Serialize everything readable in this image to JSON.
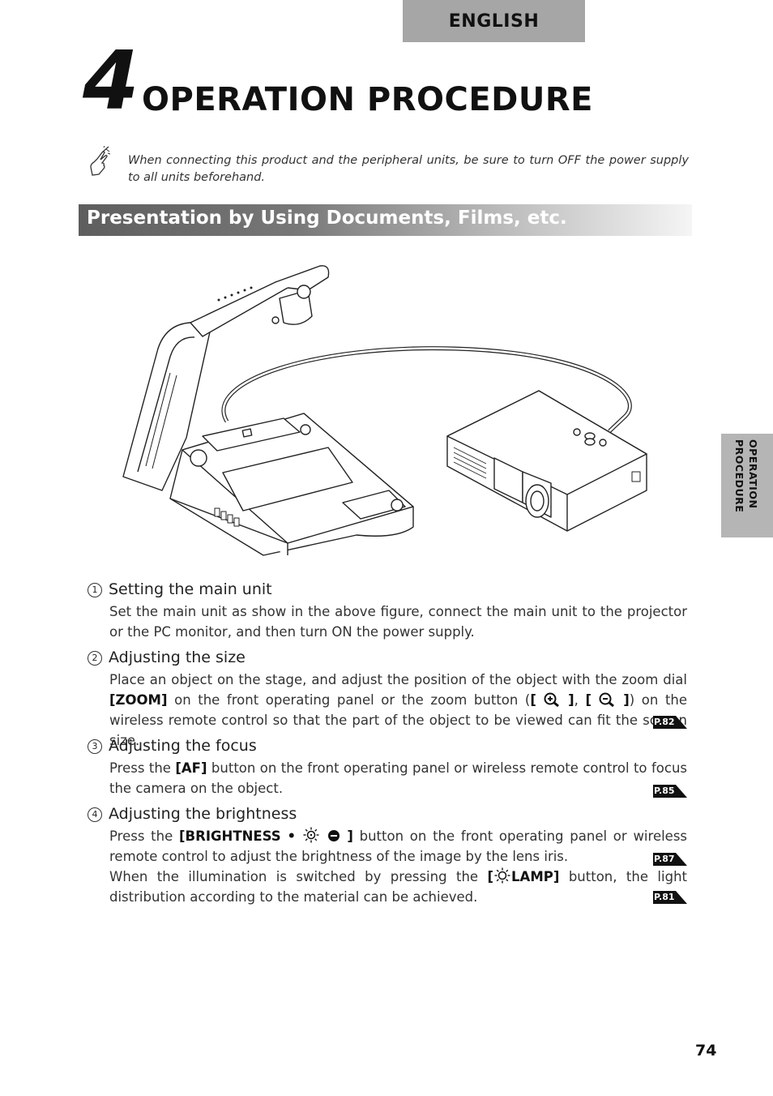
{
  "header": {
    "language_tab": "ENGLISH"
  },
  "chapter": {
    "number": "4",
    "title": "OPERATION PROCEDURE"
  },
  "note": {
    "icon": "hand-pencil-icon",
    "text": "When connecting this product and the peripheral units, be sure to turn OFF the power supply to all units beforehand."
  },
  "section": {
    "title": "Presentation by Using Documents, Films, etc."
  },
  "steps": [
    {
      "num": "1",
      "title": "Setting the main unit",
      "body": "Set the main unit as show in the above figure, connect the main unit to the projector or the PC monitor, and then turn ON the power supply."
    },
    {
      "num": "2",
      "title": "Adjusting the size",
      "body_a": "Place an object on the stage, and adjust the position of the object with the zoom dial ",
      "zoom_label": "[ZOOM]",
      "body_b": " on the front operating panel or the zoom button (",
      "btn_open": "[",
      "btn_close": "]",
      "sep": ", ",
      "body_c": ") on the wireless remote control so that the part of the object to be viewed can fit the screen size.",
      "ref": "P.82"
    },
    {
      "num": "3",
      "title": "Adjusting the focus",
      "body_a": "Press the ",
      "af_label": "[AF]",
      "body_b": " button on the front operating panel or wireless remote control to focus the camera on the object.",
      "ref": "P.85"
    },
    {
      "num": "4",
      "title": "Adjusting the brightness",
      "body_a": "Press the ",
      "brightness_open": "[BRIGHTNESS",
      "dot": "•",
      "brightness_close": "]",
      "body_b": " button on the front operating panel or wireless remote control to adjust the brightness of the image by the lens iris.",
      "ref": "P.87",
      "body_c": "When the illumination is switched by pressing the ",
      "lamp_open": "[",
      "lamp_label": "LAMP]",
      "body_d": " button, the light distribution according to the material can be achieved.",
      "ref2": "P.81"
    }
  ],
  "side_tab": {
    "line1": "OPERATION",
    "line2": "PROCEDURE"
  },
  "page_number": "74",
  "figure": {
    "items": [
      "document-camera",
      "projector",
      "connection-cable"
    ]
  }
}
